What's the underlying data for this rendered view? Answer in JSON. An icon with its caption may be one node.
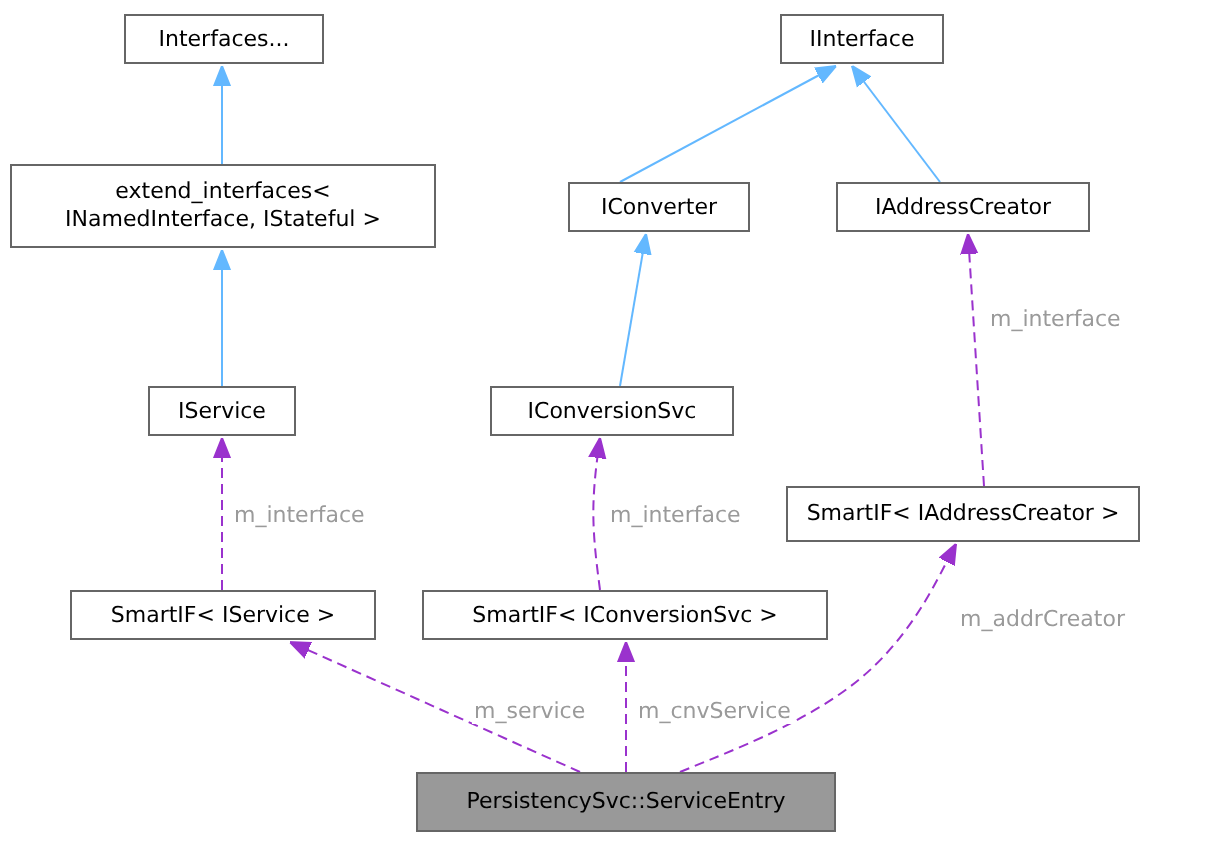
{
  "diagram": {
    "nodes": [
      {
        "text": [
          "Interfaces..."
        ]
      },
      {
        "text": [
          "extend_interfaces< INamedInterface, IStateful >"
        ]
      },
      {
        "text": [
          "IService"
        ]
      },
      {
        "text": [
          "SmartIF< IService >"
        ]
      },
      {
        "text": [
          "IInterface"
        ]
      },
      {
        "text": [
          "IConverter"
        ]
      },
      {
        "text": [
          "IAddressCreator"
        ]
      },
      {
        "text": [
          "IConversionSvc"
        ]
      },
      {
        "text": [
          "SmartIF< IAddressCreator >"
        ]
      },
      {
        "text": [
          "SmartIF< IConversionSvc >"
        ]
      },
      {
        "text": [
          "PersistencySvc::ServiceEntry"
        ]
      }
    ],
    "edges": [
      {
        "from": 1,
        "to": 0,
        "arrow": "to",
        "color": "#63b8ff"
      },
      {
        "from": 2,
        "to": 1,
        "arrow": "to",
        "color": "#63b8ff"
      },
      {
        "from": 5,
        "to": 4,
        "arrow": "to",
        "color": "#63b8ff"
      },
      {
        "from": 6,
        "to": 4,
        "arrow": "to",
        "color": "#63b8ff"
      },
      {
        "from": 7,
        "to": 5,
        "arrow": "to",
        "color": "#63b8ff"
      },
      {
        "from": 3,
        "to": 2,
        "arrow": "to",
        "style": "dashed",
        "label": "m_interface"
      },
      {
        "from": 9,
        "to": 7,
        "arrow": "to",
        "style": "dashed",
        "label": "m_interface"
      },
      {
        "from": 8,
        "to": 6,
        "arrow": "to",
        "style": "dashed",
        "label": "m_interface"
      },
      {
        "from": 10,
        "to": 3,
        "arrow": "to",
        "style": "dashed",
        "label": "m_service"
      },
      {
        "from": 10,
        "to": 9,
        "arrow": "to",
        "style": "dashed",
        "label": "m_cnvService"
      },
      {
        "from": 10,
        "to": 8,
        "arrow": "to",
        "style": "dashed",
        "label": "m_addrCreator"
      }
    ]
  }
}
